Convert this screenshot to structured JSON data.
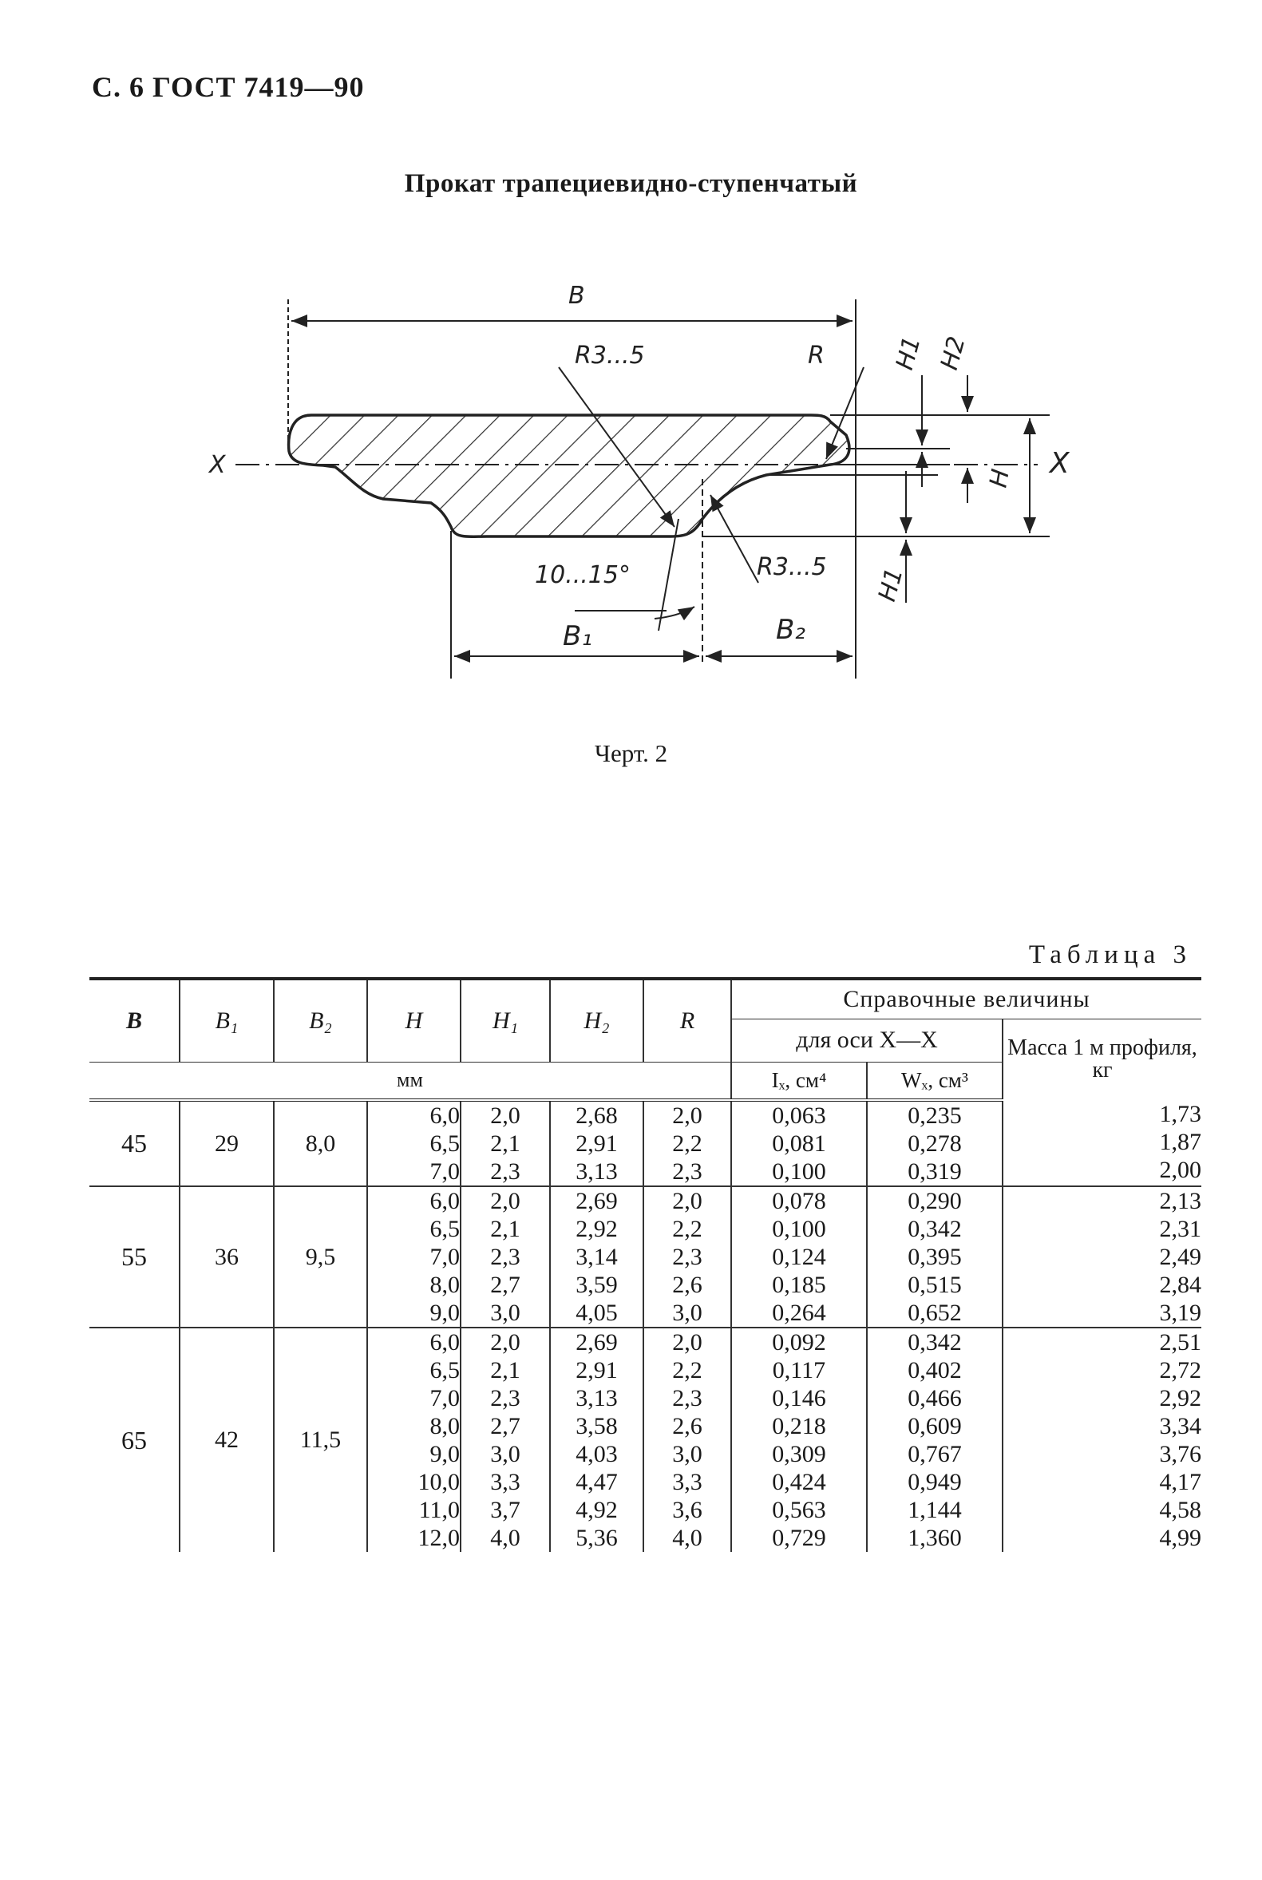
{
  "header": "С. 6 ГОСТ 7419—90",
  "section_title": "Прокат трапециевидно-ступенчатый",
  "drawing": {
    "labels": {
      "B": "В",
      "R3_5_top": "R3...5",
      "R_top": "R",
      "H1_top": "H1",
      "H2": "H2",
      "X_left": "X",
      "X_right": "X",
      "H": "H",
      "angle": "10...15°",
      "R3_5_bottom": "R3...5",
      "H1_bottom": "H1",
      "B1": "B₁",
      "B2": "B₂"
    }
  },
  "drawing_caption": "Черт. 2",
  "table_label": "Таблица 3",
  "table": {
    "headers": {
      "B": "В",
      "B1": "В₁",
      "B2": "В₂",
      "H": "H",
      "H1": "H₁",
      "H2": "H₂",
      "R": "R",
      "ref_values": "Справочные величины",
      "axis": "для оси X—X",
      "Ix": "Iₓ, см⁴",
      "Wx": "Wₓ, см³",
      "mass": "Масса 1 м профиля, кг",
      "unit": "мм"
    },
    "groups": [
      {
        "B": "45",
        "B1": "29",
        "B2": "8,0",
        "H": [
          "6,0",
          "6,5",
          "7,0"
        ],
        "H1": [
          "2,0",
          "2,1",
          "2,3"
        ],
        "H2": [
          "2,68",
          "2,91",
          "3,13"
        ],
        "R": [
          "2,0",
          "2,2",
          "2,3"
        ],
        "Ix": [
          "0,063",
          "0,081",
          "0,100"
        ],
        "Wx": [
          "0,235",
          "0,278",
          "0,319"
        ],
        "mass": [
          "1,73",
          "1,87",
          "2,00"
        ]
      },
      {
        "B": "55",
        "B1": "36",
        "B2": "9,5",
        "H": [
          "6,0",
          "6,5",
          "7,0",
          "8,0",
          "9,0"
        ],
        "H1": [
          "2,0",
          "2,1",
          "2,3",
          "2,7",
          "3,0"
        ],
        "H2": [
          "2,69",
          "2,92",
          "3,14",
          "3,59",
          "4,05"
        ],
        "R": [
          "2,0",
          "2,2",
          "2,3",
          "2,6",
          "3,0"
        ],
        "Ix": [
          "0,078",
          "0,100",
          "0,124",
          "0,185",
          "0,264"
        ],
        "Wx": [
          "0,290",
          "0,342",
          "0,395",
          "0,515",
          "0,652"
        ],
        "mass": [
          "2,13",
          "2,31",
          "2,49",
          "2,84",
          "3,19"
        ]
      },
      {
        "B": "65",
        "B1": "42",
        "B2": "11,5",
        "H": [
          "6,0",
          "6,5",
          "7,0",
          "8,0",
          "9,0",
          "10,0",
          "11,0",
          "12,0"
        ],
        "H1": [
          "2,0",
          "2,1",
          "2,3",
          "2,7",
          "3,0",
          "3,3",
          "3,7",
          "4,0"
        ],
        "H2": [
          "2,69",
          "2,91",
          "3,13",
          "3,58",
          "4,03",
          "4,47",
          "4,92",
          "5,36"
        ],
        "R": [
          "2,0",
          "2,2",
          "2,3",
          "2,6",
          "3,0",
          "3,3",
          "3,6",
          "4,0"
        ],
        "Ix": [
          "0,092",
          "0,117",
          "0,146",
          "0,218",
          "0,309",
          "0,424",
          "0,563",
          "0,729"
        ],
        "Wx": [
          "0,342",
          "0,402",
          "0,466",
          "0,609",
          "0,767",
          "0,949",
          "1,144",
          "1,360"
        ],
        "mass": [
          "2,51",
          "2,72",
          "2,92",
          "3,34",
          "3,76",
          "4,17",
          "4,58",
          "4,99"
        ]
      }
    ]
  }
}
